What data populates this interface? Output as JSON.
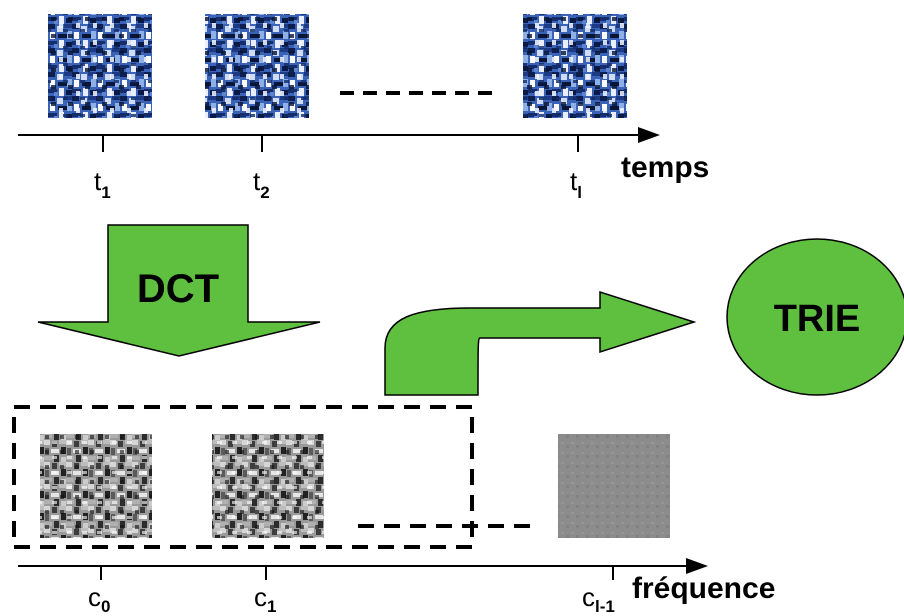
{
  "diagram": {
    "time_axis": {
      "ticks": [
        {
          "label": "t",
          "sub": "1"
        },
        {
          "label": "t",
          "sub": "2"
        },
        {
          "label": "t",
          "sub": "l"
        }
      ],
      "axis_label": "temps"
    },
    "dct_arrow": {
      "label": "DCT"
    },
    "trie_node": {
      "label": "TRIE"
    },
    "freq_axis": {
      "ticks": [
        {
          "label": "c",
          "sub": "0"
        },
        {
          "label": "c",
          "sub": "1"
        },
        {
          "label": "c",
          "sub": "l-1"
        }
      ],
      "axis_label": "fréquence"
    },
    "colors": {
      "arrow_fill": "#5fbf3f",
      "ellipse_fill": "#5fbf3f",
      "outline": "#000000",
      "satellite_blue": "#2b4f9e",
      "dct_gray": "#8a8a8a"
    },
    "icons": [
      "satellite-image-tile",
      "dct-coefficient-image-tile"
    ]
  }
}
